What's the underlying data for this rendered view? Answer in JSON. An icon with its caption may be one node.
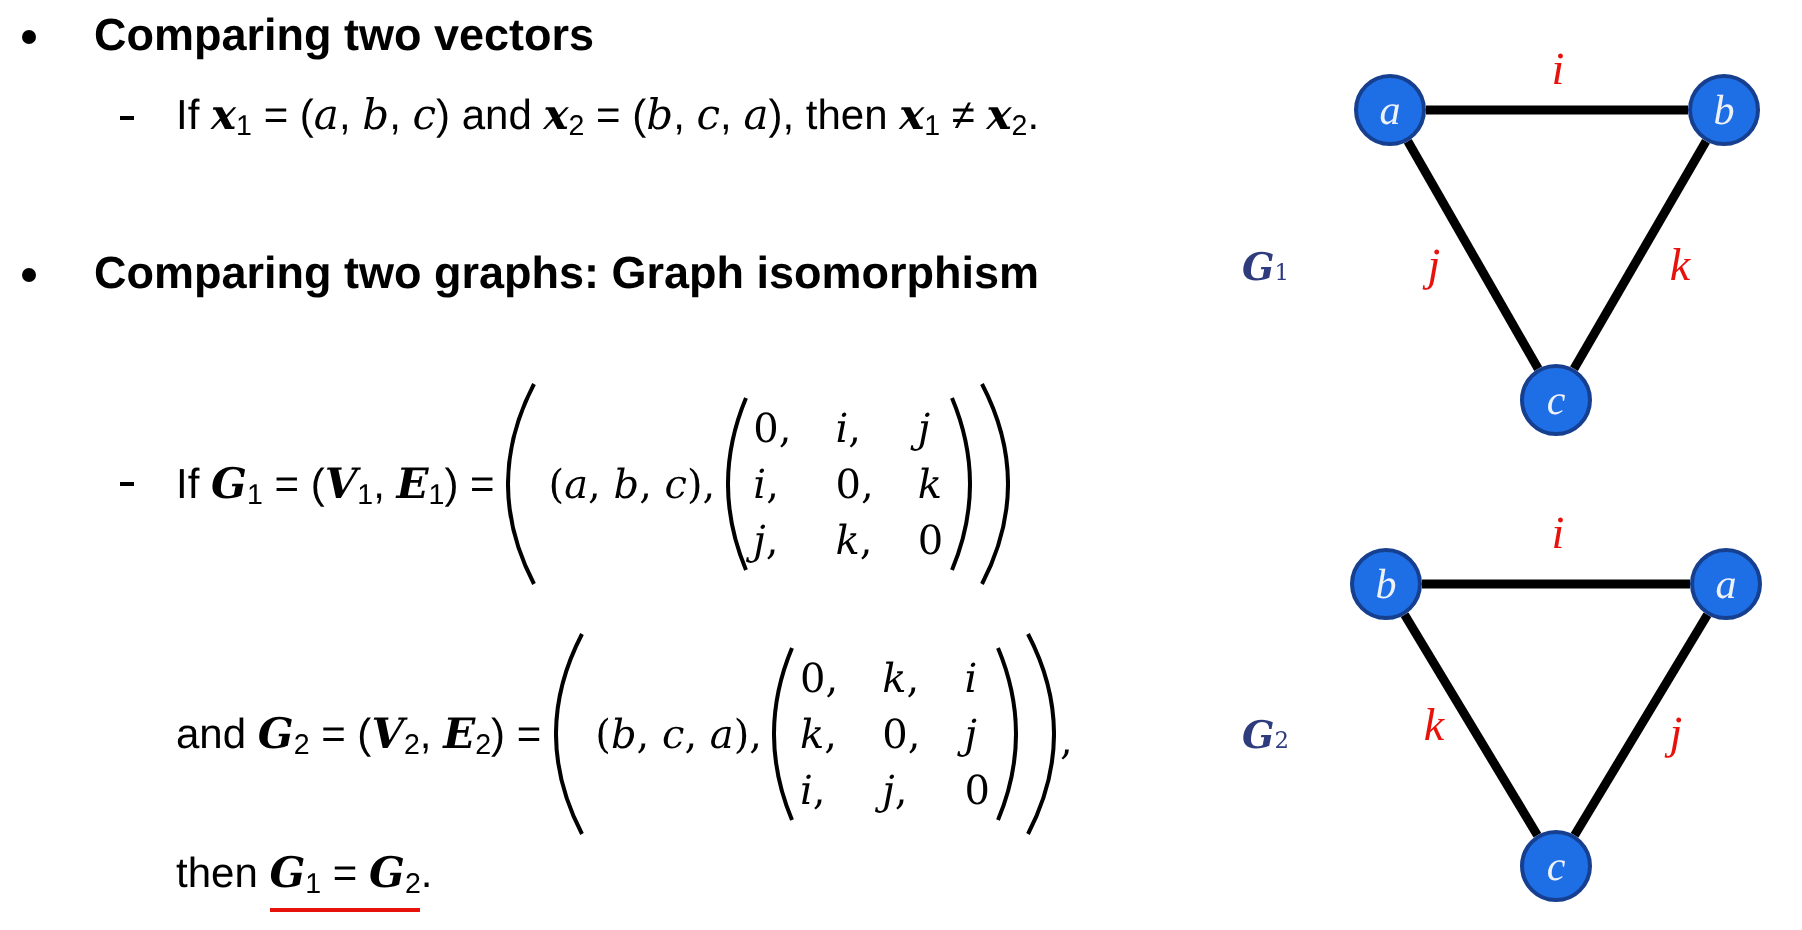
{
  "diagram": {
    "nodes": [
      {
        "text": [
          "a"
        ]
      },
      {
        "text": [
          "b"
        ]
      },
      {
        "text": [
          "c"
        ]
      },
      {
        "text": [
          "b"
        ]
      },
      {
        "text": [
          "a"
        ]
      },
      {
        "text": [
          "c"
        ]
      }
    ],
    "edges": [
      {
        "from": 0,
        "to": 1,
        "arrow": "none",
        "label": "i"
      },
      {
        "from": 0,
        "to": 2,
        "arrow": "none",
        "label": "j"
      },
      {
        "from": 1,
        "to": 2,
        "arrow": "none",
        "label": "k"
      },
      {
        "from": 3,
        "to": 4,
        "arrow": "none",
        "label": "i"
      },
      {
        "from": 3,
        "to": 5,
        "arrow": "none",
        "label": "k"
      },
      {
        "from": 4,
        "to": 5,
        "arrow": "none",
        "label": "j"
      }
    ],
    "labels": [
      "Comparing two vectors",
      "If **x**$_{1}$ = (*a*, *b*, *c*) and **x**$_{2}$ = (*b*, *c*, *a*), then **x**$_{1}$ ≠ **x**$_{2}$.",
      "Comparing two graphs: Graph isomorphism",
      "**G**$_{1}$",
      "If **G**$_{1}$ = (**V**$_{1}$, **E**$_{1}$) =",
      "(*a*, *b*, *c*),",
      "0,",
      "*i*,",
      "j",
      "*i*,",
      "0,",
      "k",
      "*j*,",
      "*k*,",
      "0",
      "and **G**$_{2}$ = (**V**$_{2}$, **E**$_{2}$) =",
      "(*b*, *c*, *a*),",
      "0,",
      "*k*,",
      "i",
      "*k*,",
      "0,",
      "j",
      "*i*,",
      "*j*,",
      "0",
      ",",
      "**G**$_{2}$",
      "then **G**$_{1}$ = **G**$_{2}$."
    ]
  }
}
